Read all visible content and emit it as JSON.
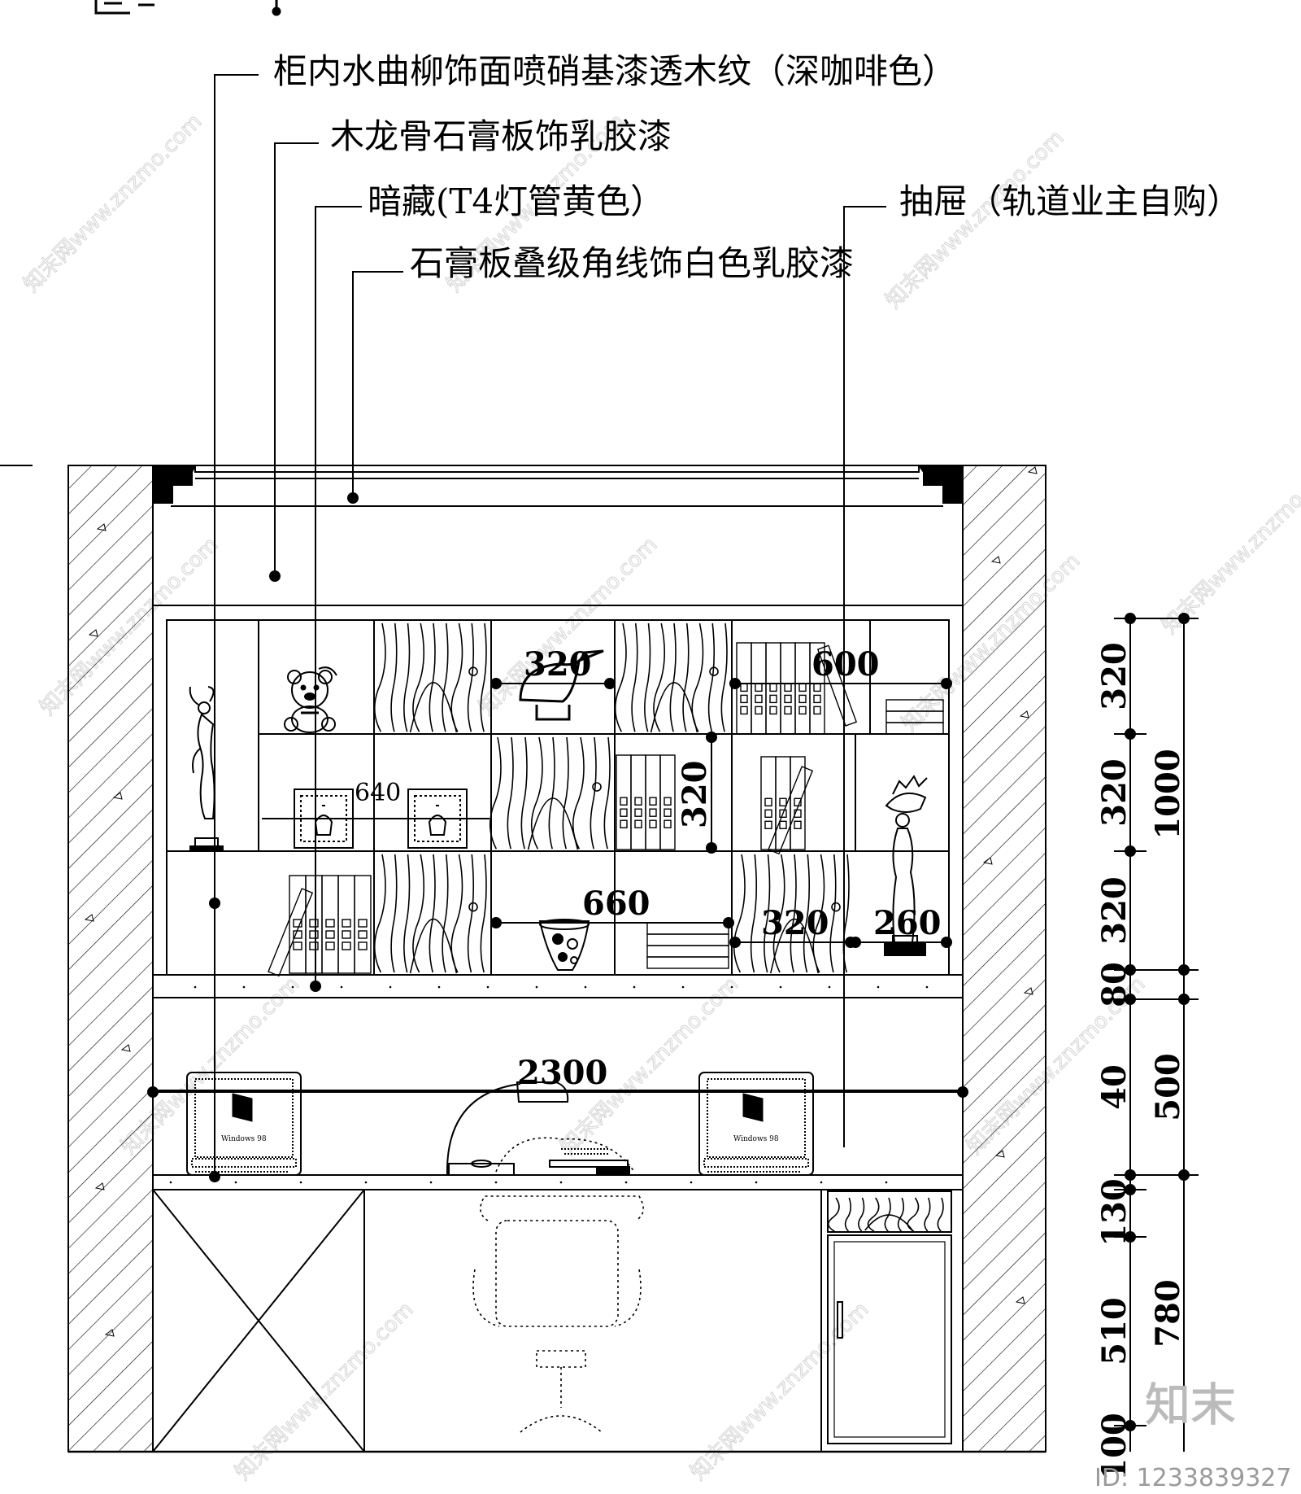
{
  "annotations": {
    "a1": "柜内水曲柳饰面喷硝基漆透木纹（深咖啡色）",
    "a2": "木龙骨石膏板饰乳胶漆",
    "a3": "暗藏(T4灯管黄色）",
    "a4": "石膏板叠级角线饰白色乳胶漆",
    "a5": "抽屉（轨道业主自购）"
  },
  "dimensions": {
    "d320a": "320",
    "d600": "600",
    "d640": "640",
    "d320v": "320",
    "d660": "660",
    "d320b": "320",
    "d260": "260",
    "d2300": "2300"
  },
  "right_dims": {
    "inner": [
      "320",
      "320",
      "320",
      "80",
      "40",
      "130",
      "510",
      "100"
    ],
    "outer": [
      "1000",
      "500",
      "780"
    ]
  },
  "monitor_label": "Windows 98",
  "watermark": {
    "repeat": "知末网www.znzmo.com",
    "logo": "知末",
    "id": "ID: 1233839327"
  }
}
